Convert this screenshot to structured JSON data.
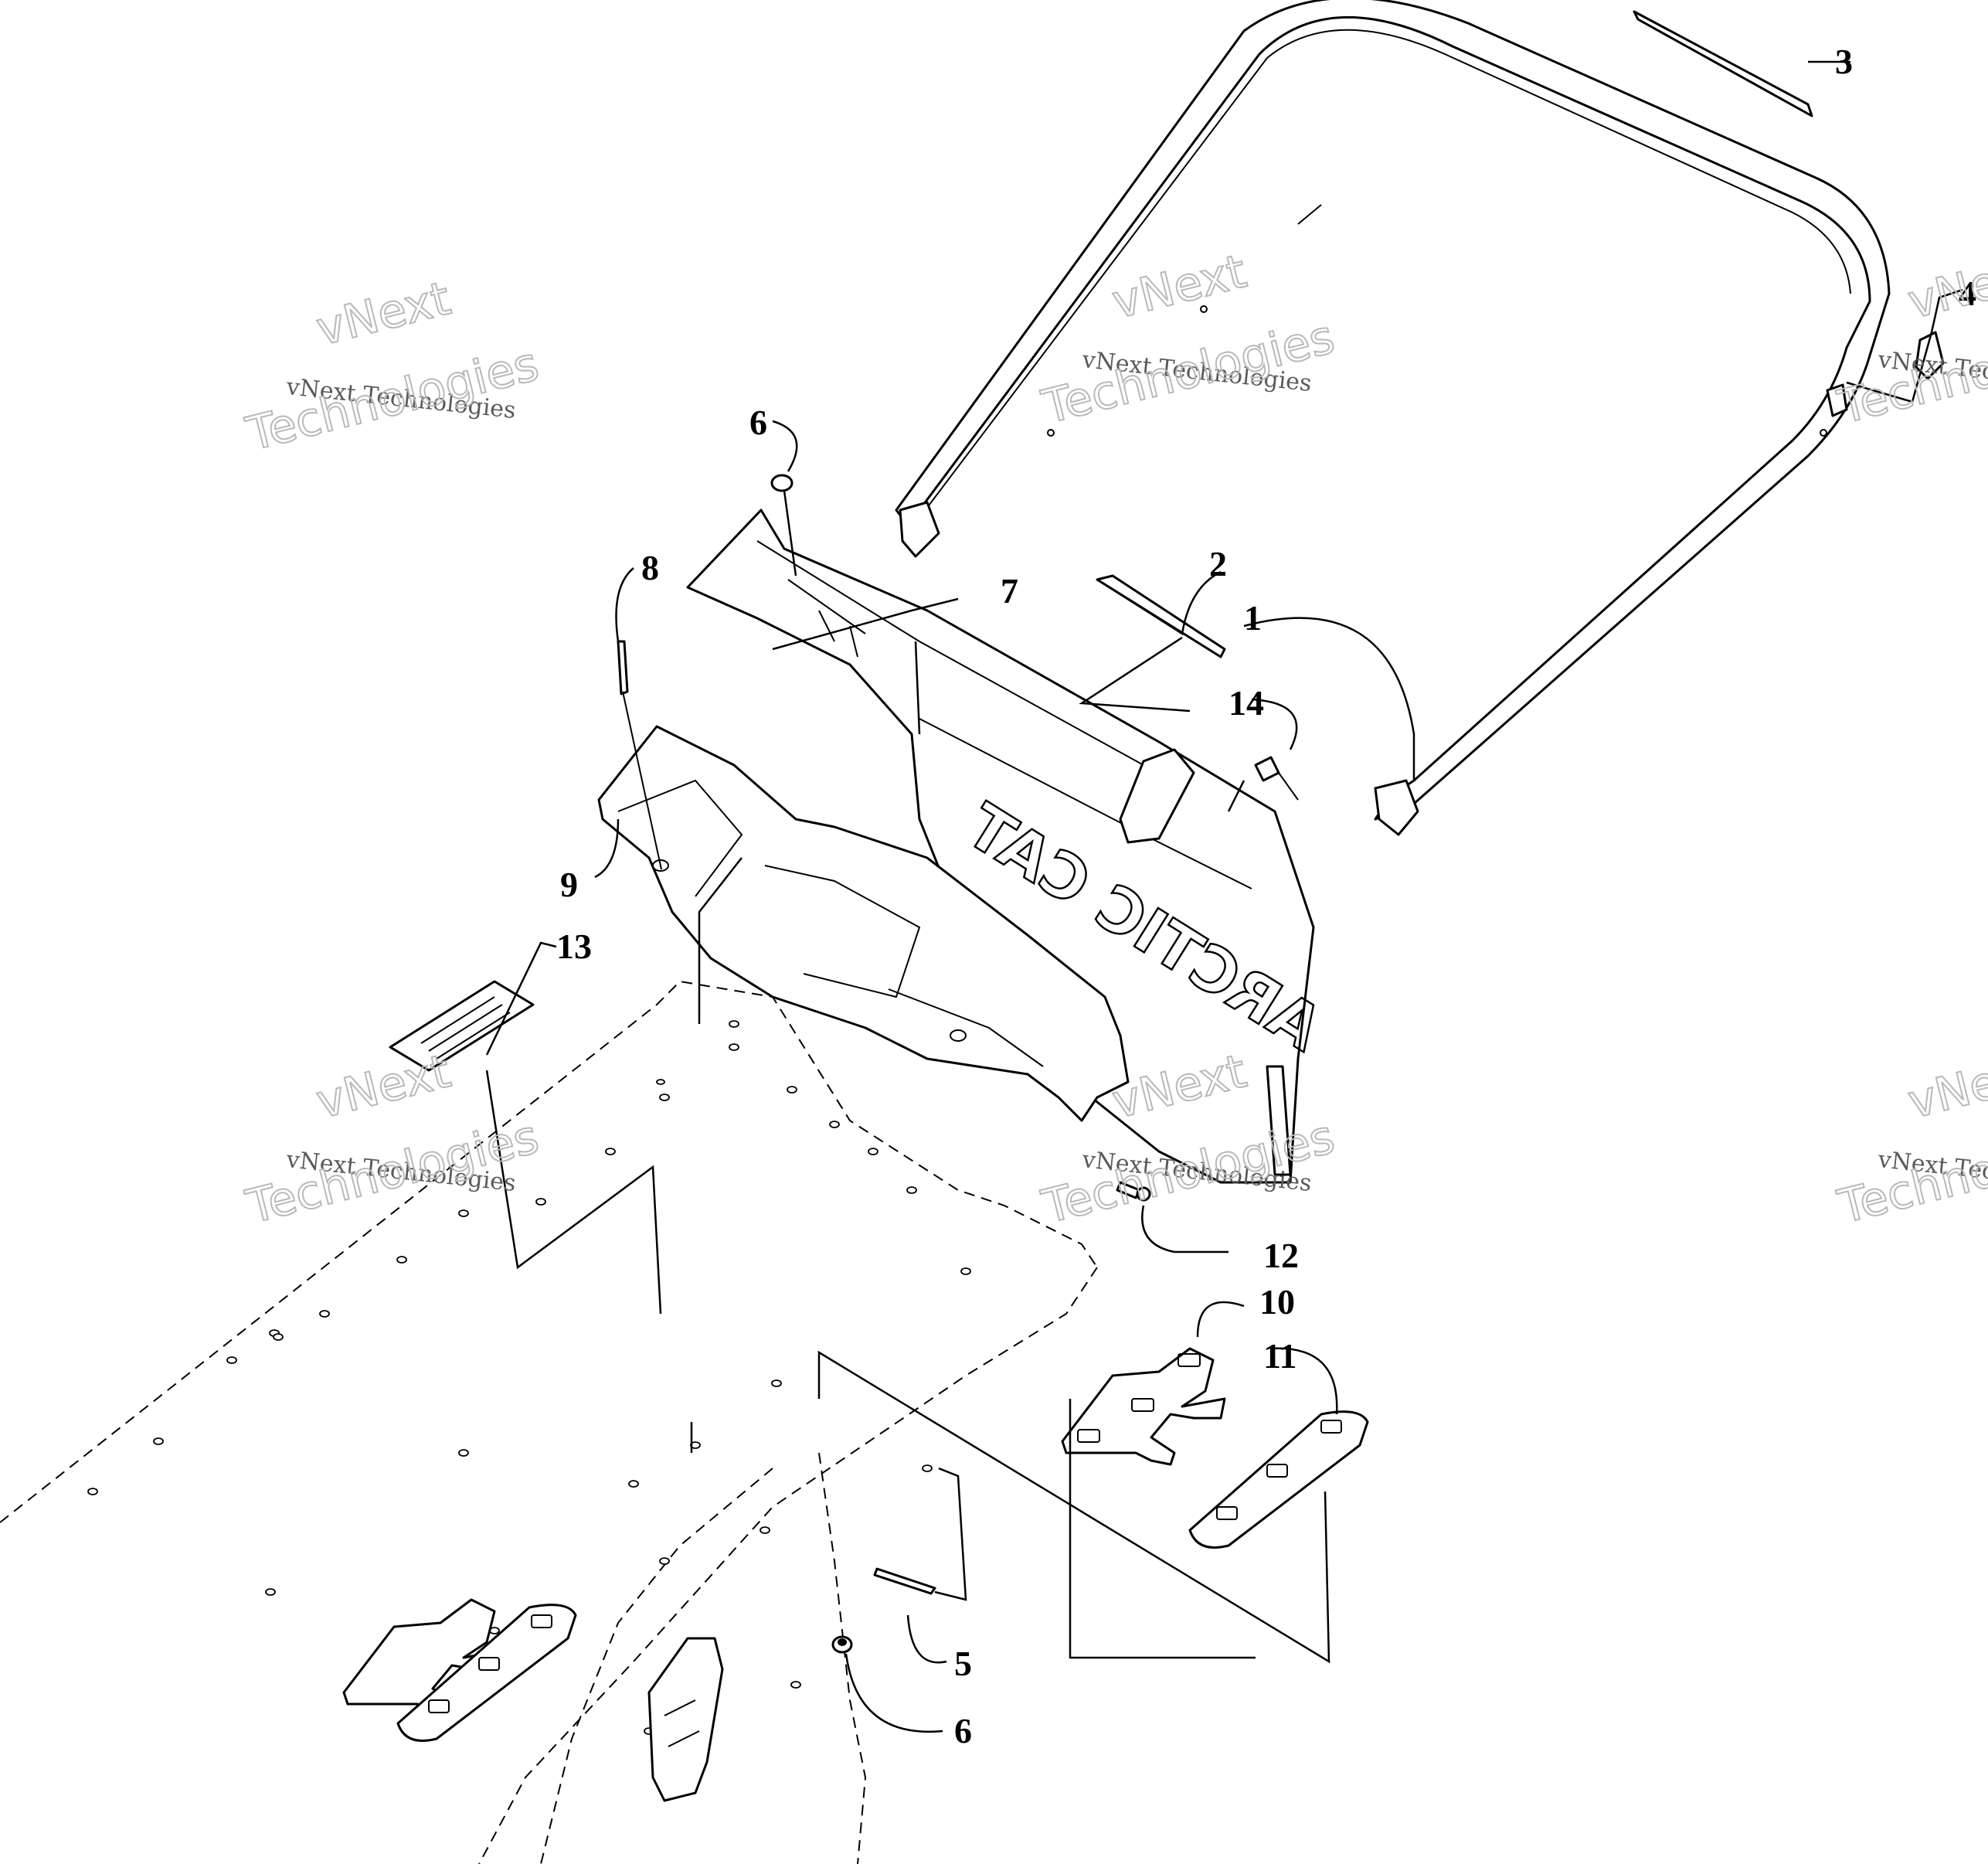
{
  "diagram": {
    "callouts": [
      "1",
      "2",
      "3",
      "4",
      "5",
      "6",
      "6",
      "7",
      "8",
      "9",
      "10",
      "11",
      "12",
      "13",
      "14"
    ],
    "logo_text": "ARCTIC CAT",
    "watermark": {
      "line1": "vNext",
      "line2": "vNext Technologies",
      "line3": "Technologies"
    }
  }
}
